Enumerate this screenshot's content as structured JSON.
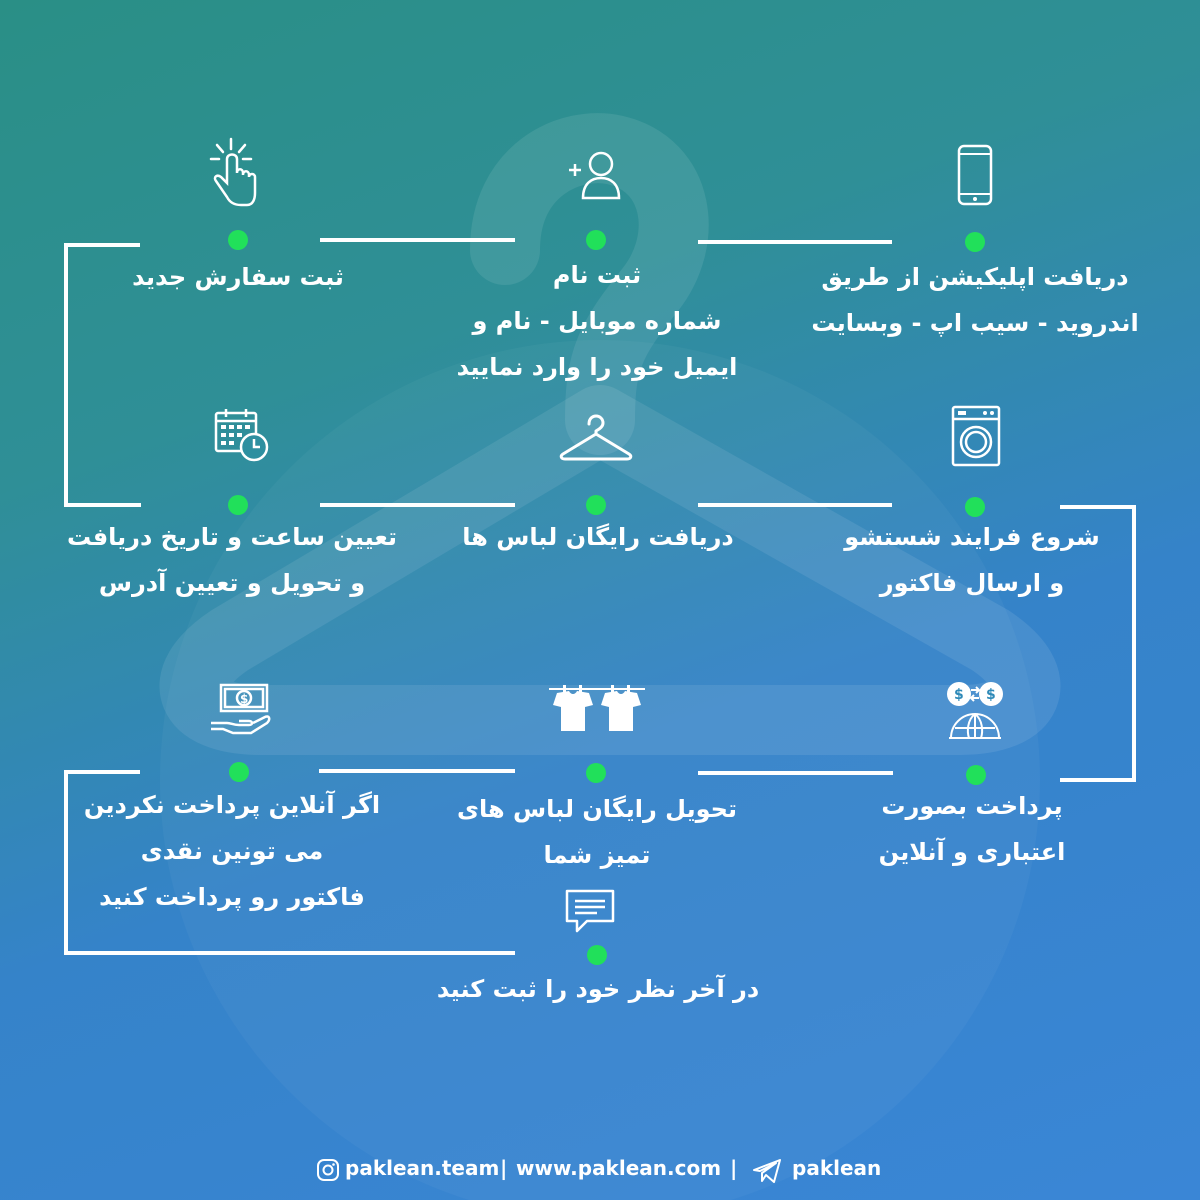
{
  "steps": [
    {
      "id": "download",
      "lines": [
        "دریافت اپلیکیشن از طریق",
        "اندروید - سیب اپ - وبسایت"
      ],
      "icon": "smartphone-icon"
    },
    {
      "id": "register",
      "lines": [
        "ثبت نام",
        "شماره موبایل - نام و",
        "ایمیل خود را وارد نمایید"
      ],
      "icon": "add-user-icon"
    },
    {
      "id": "new-order",
      "lines": [
        "ثبت سفارش جدید"
      ],
      "icon": "tap-hand-icon"
    },
    {
      "id": "schedule",
      "lines": [
        "تعیین ساعت و تاریخ دریافت",
        "و تحویل و تعیین آدرس"
      ],
      "icon": "calendar-clock-icon"
    },
    {
      "id": "pickup",
      "lines": [
        "دریافت رایگان لباس ها"
      ],
      "icon": "hanger-icon"
    },
    {
      "id": "washing",
      "lines": [
        "شروع فرایند شستشو",
        "و ارسال فاکتور"
      ],
      "icon": "washing-machine-icon"
    },
    {
      "id": "payment",
      "lines": [
        "پرداخت بصورت",
        "اعتباری و آنلاین"
      ],
      "icon": "currency-exchange-globe-icon"
    },
    {
      "id": "delivery",
      "lines": [
        "تحویل رایگان لباس های",
        "تمیز شما"
      ],
      "icon": "clothesline-icon"
    },
    {
      "id": "cash",
      "lines": [
        "اگر آنلاین پرداخت نکردین",
        "می تونین نقدی",
        "فاکتور رو پرداخت کنید"
      ],
      "icon": "cash-hand-icon"
    },
    {
      "id": "feedback",
      "lines": [
        "در آخر نظر خود را ثبت کنید"
      ],
      "icon": "chat-bubble-icon"
    }
  ],
  "footer": {
    "instagram": "paklean.team",
    "separator": "|",
    "website": "www.paklean.com",
    "telegram": "paklean",
    "instagram_icon": "instagram-icon",
    "telegram_icon": "telegram-icon"
  },
  "colors": {
    "dot": "#21e05a",
    "line": "#ffffff",
    "bg_start": "#2a8f86",
    "bg_end": "#3a86d6"
  }
}
